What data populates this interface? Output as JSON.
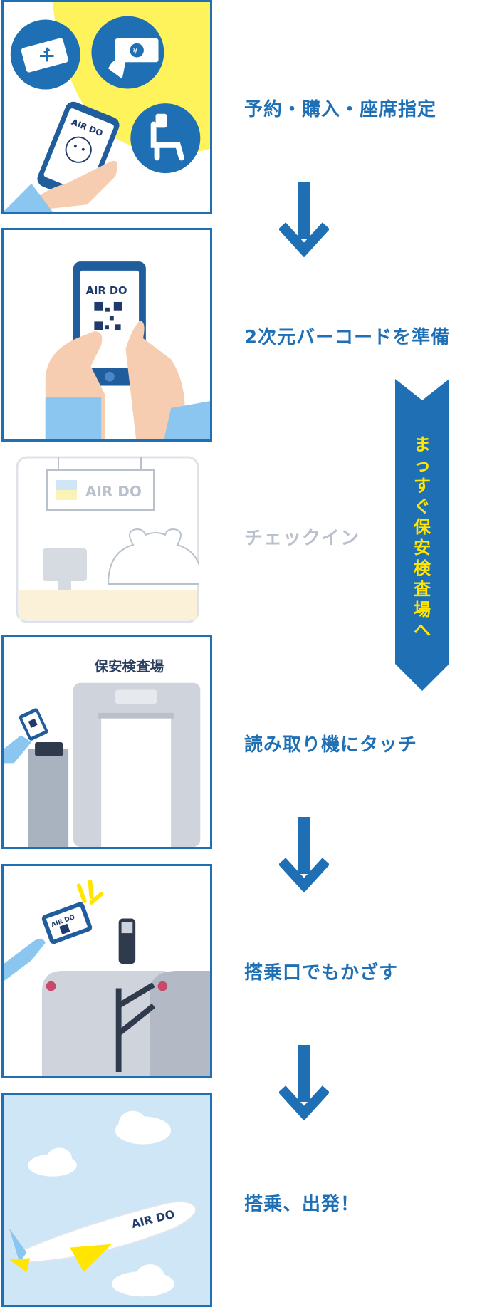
{
  "steps": [
    {
      "label": "予約・購入・座席指定",
      "highlighted": true,
      "icon": "booking-illustration"
    },
    {
      "label": "2次元バーコードを準備",
      "highlighted": true,
      "icon": "phone-qr-illustration"
    },
    {
      "label": "チェックイン",
      "highlighted": false,
      "icon": "checkin-counter-illustration"
    },
    {
      "label": "読み取り機にタッチ",
      "highlighted": true,
      "icon": "security-gate-illustration"
    },
    {
      "label": "搭乗口でもかざす",
      "highlighted": true,
      "icon": "boarding-gate-illustration"
    },
    {
      "label": "搭乗、出発！",
      "highlighted": true,
      "icon": "airplane-illustration"
    }
  ],
  "brand": "AIR DO",
  "security_sign": "保安検査場",
  "skip_banner": "まっすぐ保安検査場へ",
  "colors": {
    "primary": "#1f6fb5",
    "accent": "#ffe500",
    "muted": "#b9c1cc",
    "sky": "#cfe6f6"
  }
}
